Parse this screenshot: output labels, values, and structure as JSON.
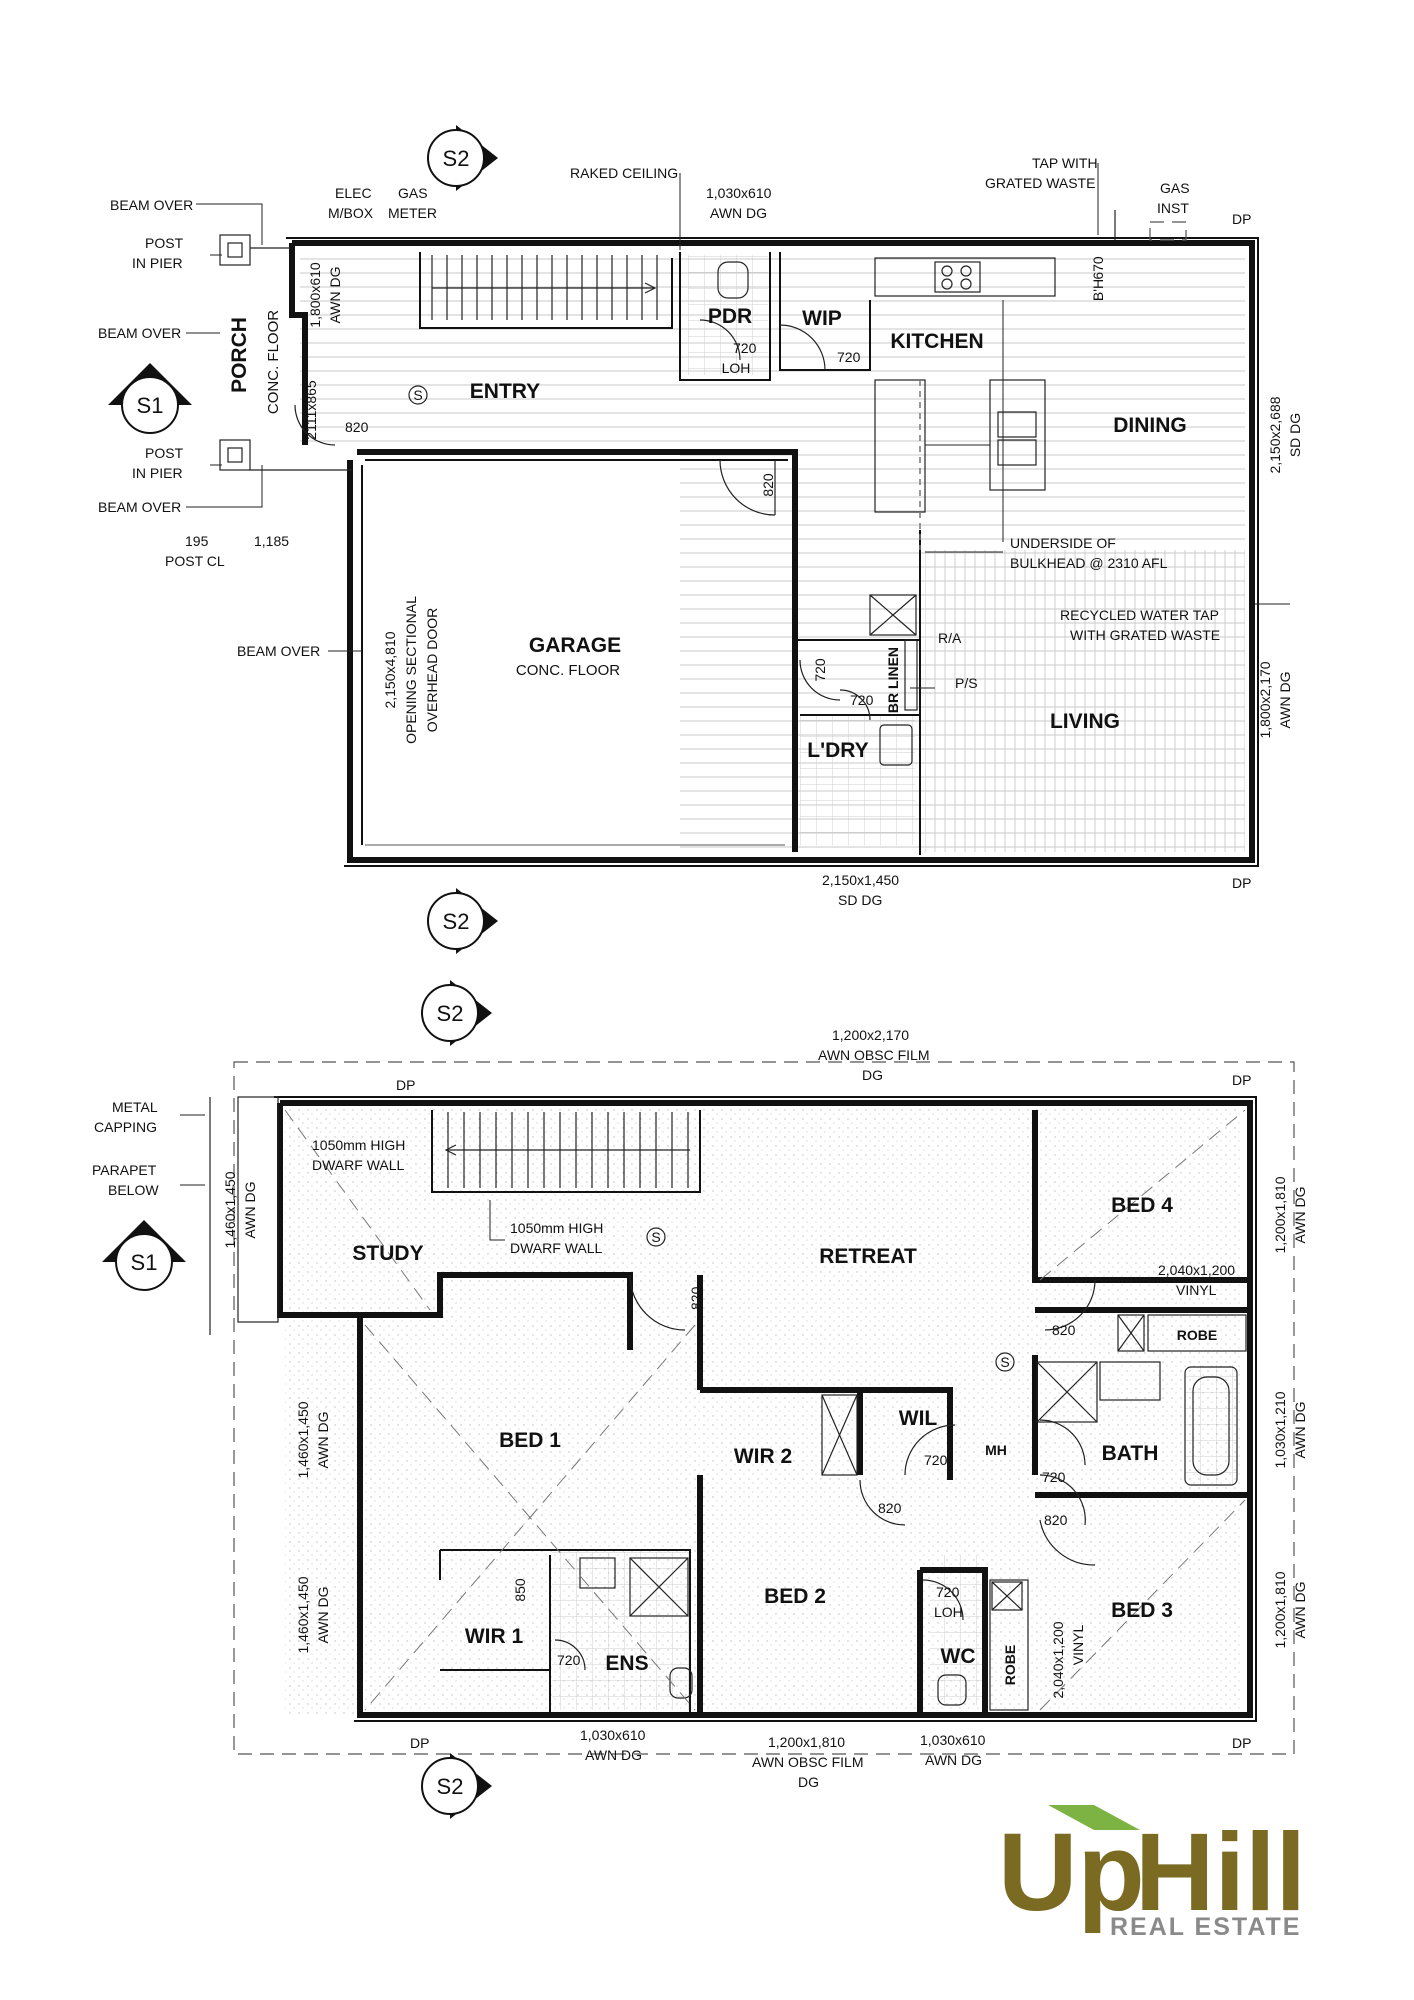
{
  "ground_floor": {
    "rooms": {
      "porch": "PORCH",
      "porch_floor": "CONC. FLOOR",
      "entry": "ENTRY",
      "pdr": "PDR",
      "wip": "WIP",
      "kitchen": "KITCHEN",
      "dining": "DINING",
      "garage": "GARAGE",
      "garage_floor": "CONC. FLOOR",
      "laundry": "L'DRY",
      "living": "LIVING",
      "br_linen": "BR LINEN"
    },
    "notes": {
      "beam_over": "BEAM OVER",
      "post": "POST",
      "in_pier": "IN PIER",
      "elec_1": "ELEC",
      "elec_2": "M/BOX",
      "gas_1": "GAS",
      "gas_2": "METER",
      "raked_ceiling": "RAKED CEILING",
      "tap_1": "TAP WITH",
      "tap_2": "GRATED WASTE",
      "gas_inst_1": "GAS",
      "gas_inst_2": "INST",
      "dp": "DP",
      "underside_1": "UNDERSIDE OF",
      "underside_2": "BULKHEAD @ 2310 AFL",
      "recycled_1": "RECYCLED WATER TAP",
      "recycled_2": "WITH GRATED WASTE",
      "ra": "R/A",
      "ps": "P/S",
      "garage_door_1": "2,150x4,810",
      "garage_door_2": "OPENING SECTIONAL",
      "garage_door_3": "OVERHEAD DOOR",
      "dim_195": "195",
      "dim_1185": "1,185",
      "post_cl": "POST CL",
      "smoke": "S",
      "loh": "LOH",
      "bh": "B'H"
    },
    "windows": {
      "w_1030_610": "1,030x610",
      "awn_dg": "AWN DG",
      "w_1800_610": "1,800x610",
      "w_2111_865": "2111x865",
      "w_2150_2688": "2,150x2,688",
      "sd_dg": "SD DG",
      "w_1800_2170": "1,800x2,170",
      "w_2150_1450": "2,150x1,450"
    },
    "doors": {
      "d820": "820",
      "d720": "720",
      "d670": "670"
    }
  },
  "upper_floor": {
    "rooms": {
      "study": "STUDY",
      "retreat": "RETREAT",
      "bed4": "BED 4",
      "bed1": "BED 1",
      "wir2": "WIR 2",
      "wil": "WIL",
      "mh": "MH",
      "bath": "BATH",
      "bed2": "BED 2",
      "bed3": "BED 3",
      "wir1": "WIR 1",
      "ens": "ENS",
      "wc": "WC",
      "robe": "ROBE"
    },
    "notes": {
      "metal_1": "METAL",
      "metal_2": "CAPPING",
      "parapet_1": "PARAPET",
      "parapet_2": "BELOW",
      "dwarf_1": "1050mm HIGH",
      "dwarf_2": "DWARF WALL",
      "vinyl": "VINYL",
      "dp": "DP",
      "smoke": "S",
      "loh": "LOH",
      "d850": "850"
    },
    "windows": {
      "w_1200_2170": "1,200x2,170",
      "awn_obsc": "AWN OBSC FILM",
      "dg": "DG",
      "w_1460_1450": "1,460x1,450",
      "awn_dg": "AWN DG",
      "w_1200_1810": "1,200x1,810",
      "w_2040_1200": "2,040x1,200",
      "w_1030_1210": "1,030x1,210",
      "w_1030_610": "1,030x610",
      "w_1200_1810b": "1,200x1,810",
      "awn_obsc_film": "AWN OBSC FILM"
    }
  },
  "section_markers": {
    "s1": "S1",
    "s2": "S2"
  },
  "logo": {
    "word_up": "Up",
    "word_hill": "Hill",
    "tagline": "REAL ESTATE",
    "colors": {
      "olive": "#7a6a22",
      "green": "#7cb342",
      "grey": "#8a8a8a"
    }
  }
}
